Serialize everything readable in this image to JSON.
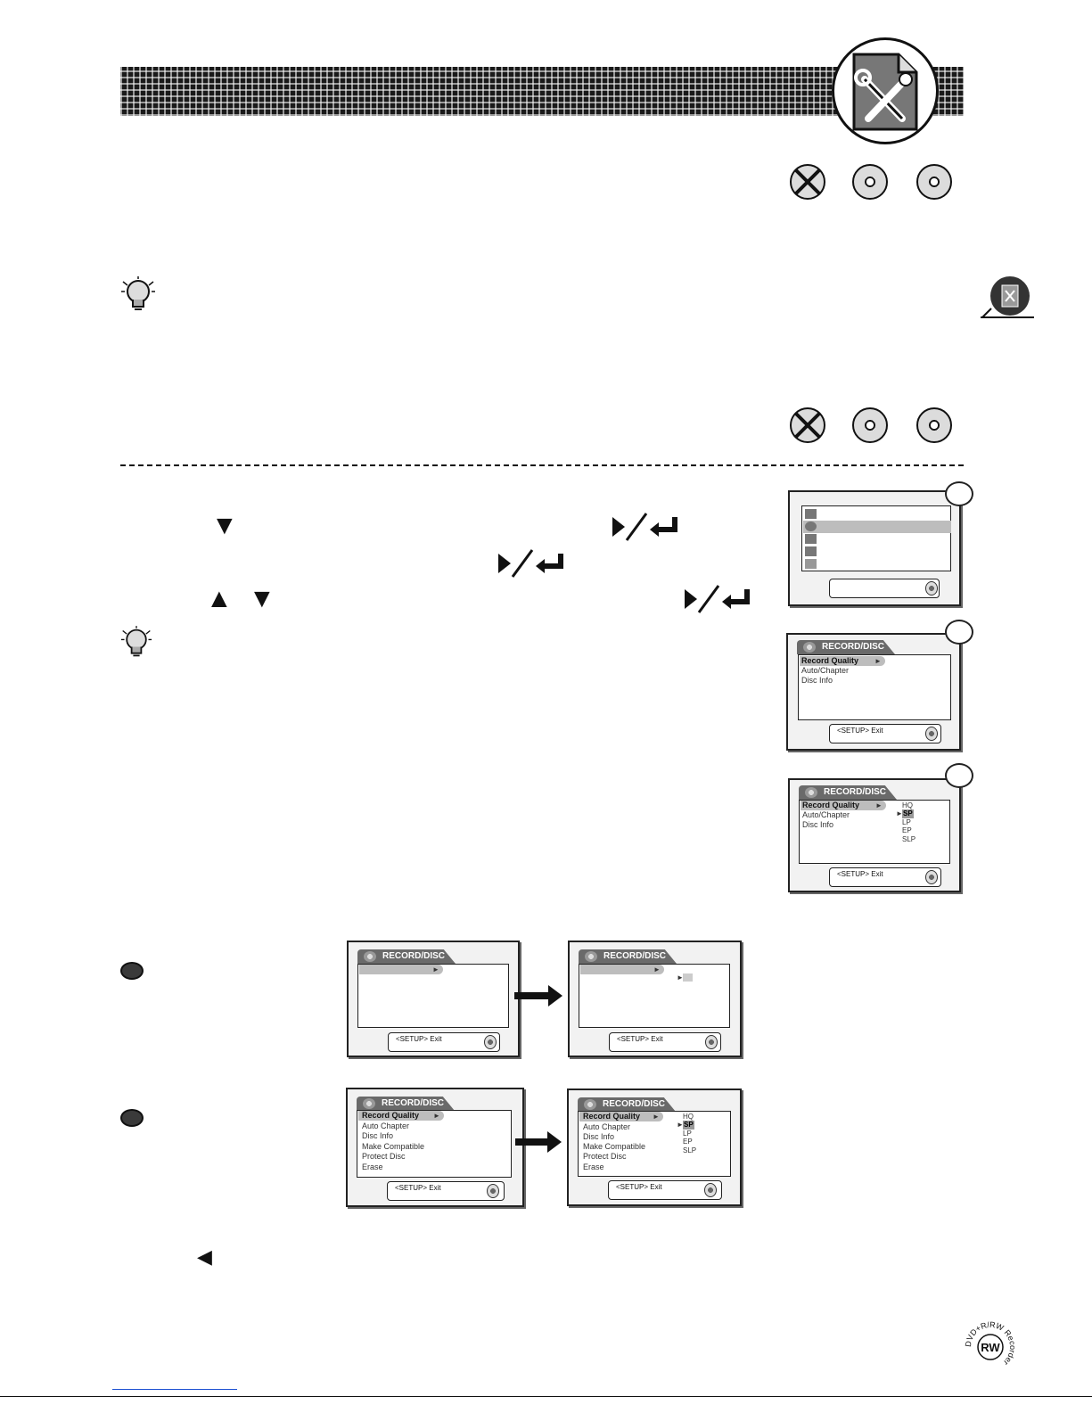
{
  "header": {
    "icon": "wrench-screwdriver-document-icon"
  },
  "disc_indicators": [
    {
      "icon": "disc-crossed-icon"
    },
    {
      "icon": "disc-icon"
    },
    {
      "icon": "disc-icon"
    }
  ],
  "tip_icon": "lightbulb-icon",
  "side_icon": "settings-document-icon",
  "controls": {
    "down_arrow": "▼",
    "up_arrow": "▲",
    "left_arrow": "◀",
    "play_enter": "▶/↵"
  },
  "osd_screens": {
    "tab_title": "RECORD/DISC",
    "footer_label": "<SETUP> Exit",
    "menu_short": [
      "Record Quality",
      "Auto/Chapter",
      "Disc Info"
    ],
    "menu_long": [
      "Record Quality",
      "Auto Chapter",
      "Disc Info",
      "Make Compatible",
      "Protect Disc",
      "Erase"
    ],
    "quality_options": [
      "HQ",
      "SP",
      "LP",
      "EP",
      "SLP"
    ],
    "selected_option": "SP"
  },
  "logo": {
    "text": "DVD+R/RW Recorder",
    "badge": "RW"
  }
}
